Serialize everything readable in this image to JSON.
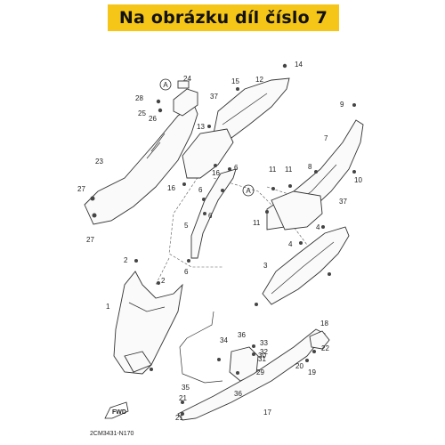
{
  "banner": {
    "text": "Na obrázku díl číslo 7",
    "color": "#f5c518"
  },
  "diagram": {
    "callouts": [
      "1",
      "2",
      "2",
      "3",
      "4",
      "4",
      "5",
      "6",
      "6",
      "6",
      "6",
      "7",
      "8",
      "9",
      "10",
      "11",
      "11",
      "11",
      "12",
      "13",
      "14",
      "15",
      "16",
      "16",
      "17",
      "18",
      "19",
      "20",
      "21",
      "21",
      "22",
      "23",
      "24",
      "25",
      "26",
      "27",
      "27",
      "28",
      "29",
      "30",
      "31",
      "32",
      "33",
      "34",
      "35",
      "36",
      "36",
      "37",
      "37"
    ],
    "reference_marks": [
      "A",
      "A"
    ],
    "fwd_label": "FWD",
    "drawing_code": "2CM3431-N170"
  }
}
